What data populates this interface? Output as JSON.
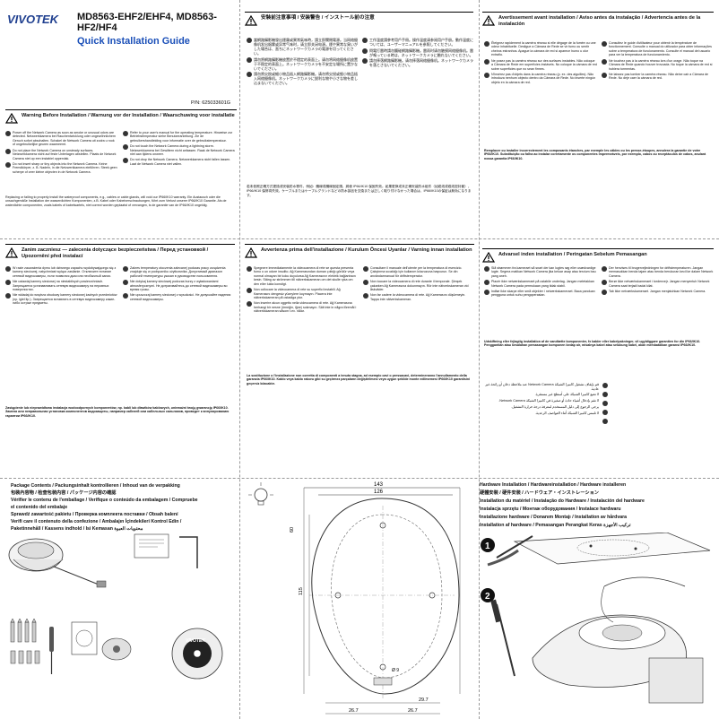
{
  "brand": {
    "logo_text": "VIVOTEK",
    "logo_tagline": "",
    "accent_color": "#1a4fb8",
    "logo_color": "#1f3f8f"
  },
  "header": {
    "model": "MD8563-EHF2/EHF4, MD8563-HF2/HF4",
    "title": "Quick Installation Guide",
    "part_number": "P/N: 625033601G"
  },
  "warning_en": {
    "title": "Warning Before Installation / Warnung vor der Installation / Waarschuwing voor installatie",
    "left_items": [
      "Power off the Network Camera as soon as smoke or unusual odors are detected. Netzwerkkamera bei Rauchentwicklung oder ungewöhnlichem Geruch sofort abschalten. Schakel de Network Camera uit zodra u rook of ongebruikelijke geuren waarneemt.",
      "Do not place the Network Camera on unsteady surfaces. Netzwerkkamera nicht auf feste Unterlagen abstellen. Plaats de Network Camera niet op een instabiel oppervlak.",
      "Do not insert sharp or tiny objects into the Network Camera. Keine Fremdkörper, z. B. Nadeln, in die Netzwerkkamera einführen. Steek geen scherpe of zeer kleine objecten in de Network Camera."
    ],
    "right_items": [
      "Refer to your user's manual for the operating temperature. Hinweise zur Betriebstemperatur siehe Benutzeranleitung. Zie de gebruikershandleiding voor informatie over de gebruikstemperatuur.",
      "Do not touch the Network Camera during a lightning storm. Netzwerkkamera bei Gewittern nicht anfassen. Raak de Network Camera niet aan tijdens onweer.",
      "Do not drop the Network Camera. Netzwerkkamera nicht fallen lassen. Laat de Network Camera niet vallen."
    ],
    "footnote": "Replacing or failing to properly install the waterproof components, e.g., cables or cable glands, will void our IP66/IK10 warranty. Ein Austausch oder die unsachgemäße Installation der wasserdichten Komponenten, z.B. Kabel oder Kabelverschraubungen, führt zum Verlust unserer IP66/IK10 Garantie. Als de waterdichte componenten, zoals kabels of kabelwartels, niet correct worden geplaatst of vervangen, is de garantie van de IP66/IK10 ongeldig."
  },
  "warning_cjk": {
    "title": "安裝前注意事項 / 安装警告 / インストール前の注意",
    "left_items": [
      "當網路攝影機發出煙霧或異常氣味時，請立即關閉電源。当网络摄像机发出烟雾或异常气味时，请立即关闭电源。煙や異常な臭いがした場合は、直ちにネットワークカメラの電源を切ってください。",
      "請勿將網路攝影機放置於不穩定的表面上。请勿将网络摄像机放置于不稳定的表面上。ネットワークカメラを不安定な場所に置かないでください。",
      "請勿將尖銳或細小物品插入網路攝影機。请勿将尖锐或细小物品插入网络摄像机。ネットワークカメラに鋭利な物や小さな物を差し込まないでください。"
    ],
    "right_items": [
      "工作溫度請參考用戶手冊。操作温度请参阅用户手册。動作温度については、ユーザーマニュアルを参照してください。",
      "閃電打雷時請勿觸碰網路攝影機。雷雨时请勿触摸网络摄像机。雷が鳴っている時は、ネットワークカメラに触れないでください。",
      "請勿摔落網路攝影機。请勿摔落网络摄像机。ネットワークカメラを落とさないでください。"
    ],
    "footnote": "若未依照正確方式更換或安裝防水零件，例如：纜線或纜線固定頭，將使 IP66/IK10 保固失效。如果更换或未正确安装防水组件（如缆线或缆线密封套），IP66/IK10 保修将失效。ケーブルまたはケーブルグランドなどの防水部品を交換または正しく取り付けなかった場合は、IP66/IK10の保証は無効になります。"
  },
  "warning_fr": {
    "title": "Avertissement avant installation / Aviso antes da instalação / Advertencia antes de la instalación",
    "left_items": [
      "Éteignez rapidement la caméra réseau si elle dégage de la fumée ou une odeur inhabituelle. Desligue a Câmara de Rede se vir fumo ou sentir cheiros estranhos. Apague la cámara de red si aparece humo u olor extraño.",
      "Ne posez pas la caméra réseau sur des surfaces instables. Não coloque a Câmara de Rede em superfícies instáveis. No coloque la cámara de red sobre superficies que no sean firmes.",
      "N'insérez pas d'objets dans la caméra réseau (p. ex. des aiguilles). Não introduza nenhum objecto dentro da Câmara de Rede. No inserte ningún objeto en la cámara de red."
    ],
    "right_items": [
      "Consultez le guide d'utilisateur pour obtenir la température de fonctionnement. Consulte o manual do utilizador para obter informações sobre a temperatura de funcionamento. Consulte el manual del usuario para ver la temperatura de funcionamiento.",
      "Ne touchez pas à la caméra réseau lors d'un orage. Não toque na Câmara de Rede quando houver trovoada. No toque la cámara de red si hubiera tormentas.",
      "Ne laissez pas tomber la caméra réseau. Não deixe cair a Câmara de Rede. No deje caer la cámara de red."
    ],
    "footnote": "Remplacer ou installer incorrectement les composants étanches, par exemple les câbles ou les presse-étoupes, annulera la garantie de votre IP66/IK10. Substituição ou falha ao instalar corretamente os componentes impermeáveis, por exemplo, cabos ou receptáculos de cabos, anulará nossa garantia IP66/IK10."
  },
  "warning_pl": {
    "title": "Zanim zaczniesz — zalecenia dotyczące bezpieczeństwa / Перед установкой / Upozornění před instalací",
    "left_items": [
      "W razie zauważenia dymu lub dziwnego zapachu wydobywającego się z kamery sieciowej, natychmiast wyłącz zasilanie. Отключите питание сетевой видеокамеры, если появился дым или необычный запах.",
      "Nie ustawiaj kamery sieciowej na niestabilnych powierzchniach. Запрещается устанавливать сетевую видеокамеру на неровных поверхностях.",
      "Nie wkładaj do wnętrza obudowy kamery sieciowej żadnych przedmiotów (np. igieł itp.). Запрещается вставлять в сетевую видеокамеру какие-либо острые предметы."
    ],
    "right_items": [
      "Zakres temperatury otoczenia zalecanej podczas pracy urządzenia znajduje się w podręczniku użytkownika. Допустимый диапазон рабочей температуры указан в руководстве пользователя.",
      "Nie dotykaj kamery sieciowej podczas burzy z wyładowaniami atmosferycznymi. Не дотрагивайтесь до сетевой видеокамеры во время грозы.",
      "Nie upuszczaj kamery sieciowej z wysokości. Не допускайте падения сетевой видеокамеры."
    ],
    "footnote": "Zastąpienie lub nieprawidłowa instalacja wodoodpornych komponentów, np. kabli lub dławików kablowych, unieważni twoją gwarancję IP66/IK10. Замена или неправильная установка компонентов водозащиты, например кабелей или кабельных сальников, приведет к аннулированию гарантии IP66/IK10."
  },
  "warning_it": {
    "title": "Avvertenza prima dell'installazione / Kurulum Öncesi Uyarılar / Varning innan installation",
    "left_items": [
      "Spegnere immediatamente la videocamera di rete se questa presenta fumo o un odore insolito. Ağ Kamerasından duman çıktığı görülür veya normal olmayan bir koku duyulursa Ağ Kamerasının elektrik bağlantısını kesin. Stäng av strömmen till nätverkskameran om det skulle ryka om den eller lukta konstigt.",
      "Non collocare la videocamera di rete su superfici instabili. Ağ Kamerasını dengesiz yüzeylere koymayın. Placera inte nätverkskameran på ostadiga ytor.",
      "Non inserire alcun oggetto nella videocamera di rete. Ağ Kamerasına herhangi bir nesne (örneğin, iğne) sokmayın. Sätt inte in några föremål i nätverkskameran såsom t.ex. nålar."
    ],
    "right_items": [
      "Consultare il manuale dell'utente per la temperatura di esercizio. Çalıştırma sıcaklığı için kullanım kılavuzuna başvurun. Se din användarmanual för driftstemperatur.",
      "Non toccare la videocamera di rete durante il temporale. Şimşek çakarken Ağ Kamerasına dokunmayın. Rör inte nätverkskameran vid åskväder.",
      "Non far cadere la videocamera di rete. Ağ Kamerasını düşürmeyin. Tappa inte nätverkskameran."
    ],
    "footnote": "La sostituzione o l'installazione non corretta di componenti a tenuta stagna, ad esempio cavi o pressacavi, determineranno l'annullamento della garanzia IP66/IK10. Kablo veya kablo rakoru gibi su geçirmez parçaların değiştirilmesi veya uygun şekilde monte edilmemesi IP66/IK10 garantisini geçersiz kılacaktır."
  },
  "warning_id": {
    "title": "Advarsel inden installation / Peringatan Sebelum Pemasangan",
    "left_items": [
      "Slå strømmen fra kameraet så snart der kan lugtes røg eller usædvanlige lugte. Segera matikan Network Camera jika keluar asap atau tercium bau yang aneh.",
      "Placér ikke netværkskameraet på ustabile underlag. Jangan meletakkan Network Camera pada permukaan yang tidak stabil.",
      "Indfør ikke skarpe eller små objekter i netværkskameraet. Baca panduan pengguna untuk suhu pengoperasian."
    ],
    "right_items": [
      "Der henvises til brugervejledningen for driftstemperaturen. Jangan memasukkan benda tajam atau benda berukuran kecil ke dalam Network Camera.",
      "Berør ikke netværkskameraet i tordenvejr. Jangan menyentuh Network Camera saat terjadi badai kilat.",
      "Tab ikke netværkskameraet. Jangan menjatuhkan Network Camera."
    ],
    "footnote": "Udskiftning eller fejlagtig installation af de vandtætte komponenter, fx kabler eller kabelpakninger, vil ugyldiggøre garantien for din IP66/IK10. Penggantian atau kesalahan pemasangan komponen kedap air, misalnya kabel atau selubung kabel, akan membatalkan garansi IP66/IK10.",
    "arabic_items": [
      "قم بإيقاف تشغيل كاميرا الشبكة Network Camera عند ملاحظة دخان أو رائحة غير عادية.",
      "لا تضع كاميرا الشبكة على أسطح غير مستقرة.",
      "لا تقم بإدخال أشياء حادة أو صغيرة في كاميرا الشبكة Network Camera.",
      "يرجى الرجوع إلى دليل المستخدم لمعرفة درجة حرارة التشغيل.",
      "لا تلمس كاميرا الشبكة أثناء العواصف الرعدية."
    ]
  },
  "package": {
    "lines": [
      "Package Contents / Packungsinhalt kontrollieren / Inhoud van de verpakking",
      "包裝內容物 / 检查包装内容 / パッケージ内容の確認",
      "Vérifier le contenu de l'emballage / Verifique o conteúdo da embalagem / Compruebe",
      "el contenido del embalaje",
      "Sprawdź zawartość pakietu / Проверка комплекта поставки / Obsah balení",
      "Verifi care il contenuto della confezione / Ambalajın İçindekileri Kontrol Edin /",
      "Paketinnehåll / Kassens indhold / Isi Kemasan   محتويات العبوة"
    ]
  },
  "hardware": {
    "lines": [
      "Hardware Installation / Hardwareinstallation / Hardware installeren",
      "硬體安裝 / 硬件安装 / ハードウェア・インストレーション",
      "Installation du matériel / Instalação do Hardware / Instalación del hardware",
      "Instalacja sprzętu / Монтаж оборудования / Instalace hardwaru",
      "Installazione hardware / Donanım Montajı / Installation av hårdvara",
      "Installation af hardware / Pemasangan Perangkat Keras   تركيب الأجهزة"
    ],
    "steps": [
      "1",
      "2"
    ]
  },
  "template": {
    "dimensions": [
      "143",
      "126",
      "115",
      "60",
      "Ø 9",
      "29.7",
      "26.7",
      "26.7"
    ]
  },
  "icons": {
    "warning": "warning-triangle-icon",
    "bullet": "round-bullet-icon",
    "lightbulb": "lightbulb-icon"
  }
}
